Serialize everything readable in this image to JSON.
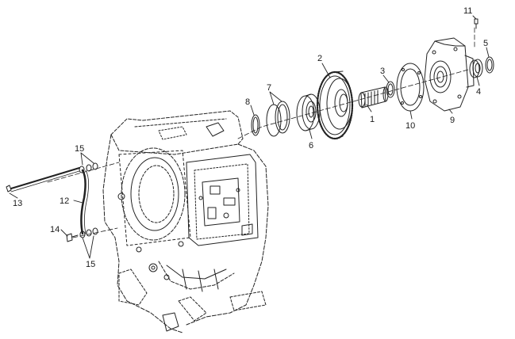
{
  "diagram": {
    "callouts": {
      "c1": "1",
      "c2": "2",
      "c3": "3",
      "c4": "4",
      "c5": "5",
      "c6": "6",
      "c7": "7",
      "c8": "8",
      "c9": "9",
      "c10": "10",
      "c11": "11",
      "c12": "12",
      "c13": "13",
      "c14": "14",
      "c15a": "15",
      "c15b": "15"
    },
    "colors": {
      "line": "#222222",
      "background": "#ffffff"
    }
  }
}
